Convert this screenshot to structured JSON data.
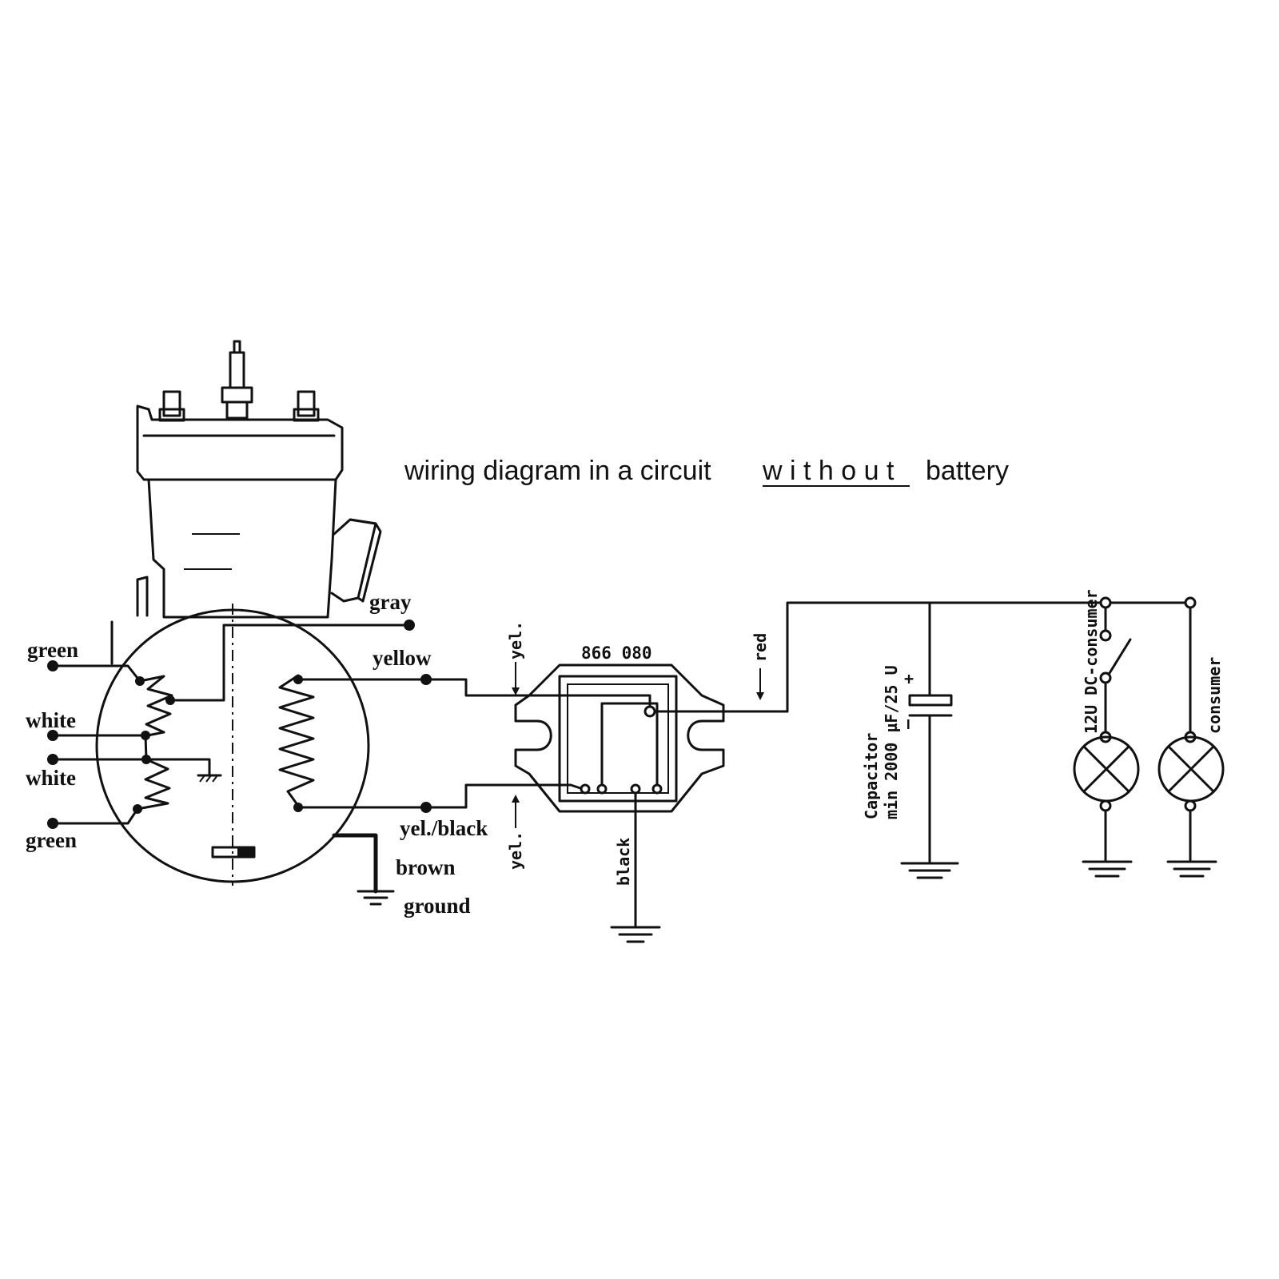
{
  "title": {
    "prefix": "wiring diagram in a circuit",
    "emphasis": "w i t h o u t",
    "suffix": "battery"
  },
  "engine": {
    "labels": {
      "green_top": "green",
      "white_top": "white",
      "white_bottom": "white",
      "green_bottom": "green",
      "gray": "gray",
      "yellow": "yellow",
      "yel_black": "yel./black",
      "brown": "brown",
      "ground": "ground"
    }
  },
  "regulator": {
    "part_number": "866 080",
    "labels": {
      "yel_top": "yel.",
      "yel_bottom": "yel.",
      "black": "black",
      "red": "red"
    }
  },
  "capacitor": {
    "line1": "Capacitor",
    "line2": "min 2000 µF/25 U",
    "plus": "+",
    "minus": "—"
  },
  "consumers": {
    "dc_consumer": "12U DC-consumer",
    "consumer": "consumer"
  },
  "colors": {
    "ink": "#111111",
    "paper": "#ffffff"
  }
}
